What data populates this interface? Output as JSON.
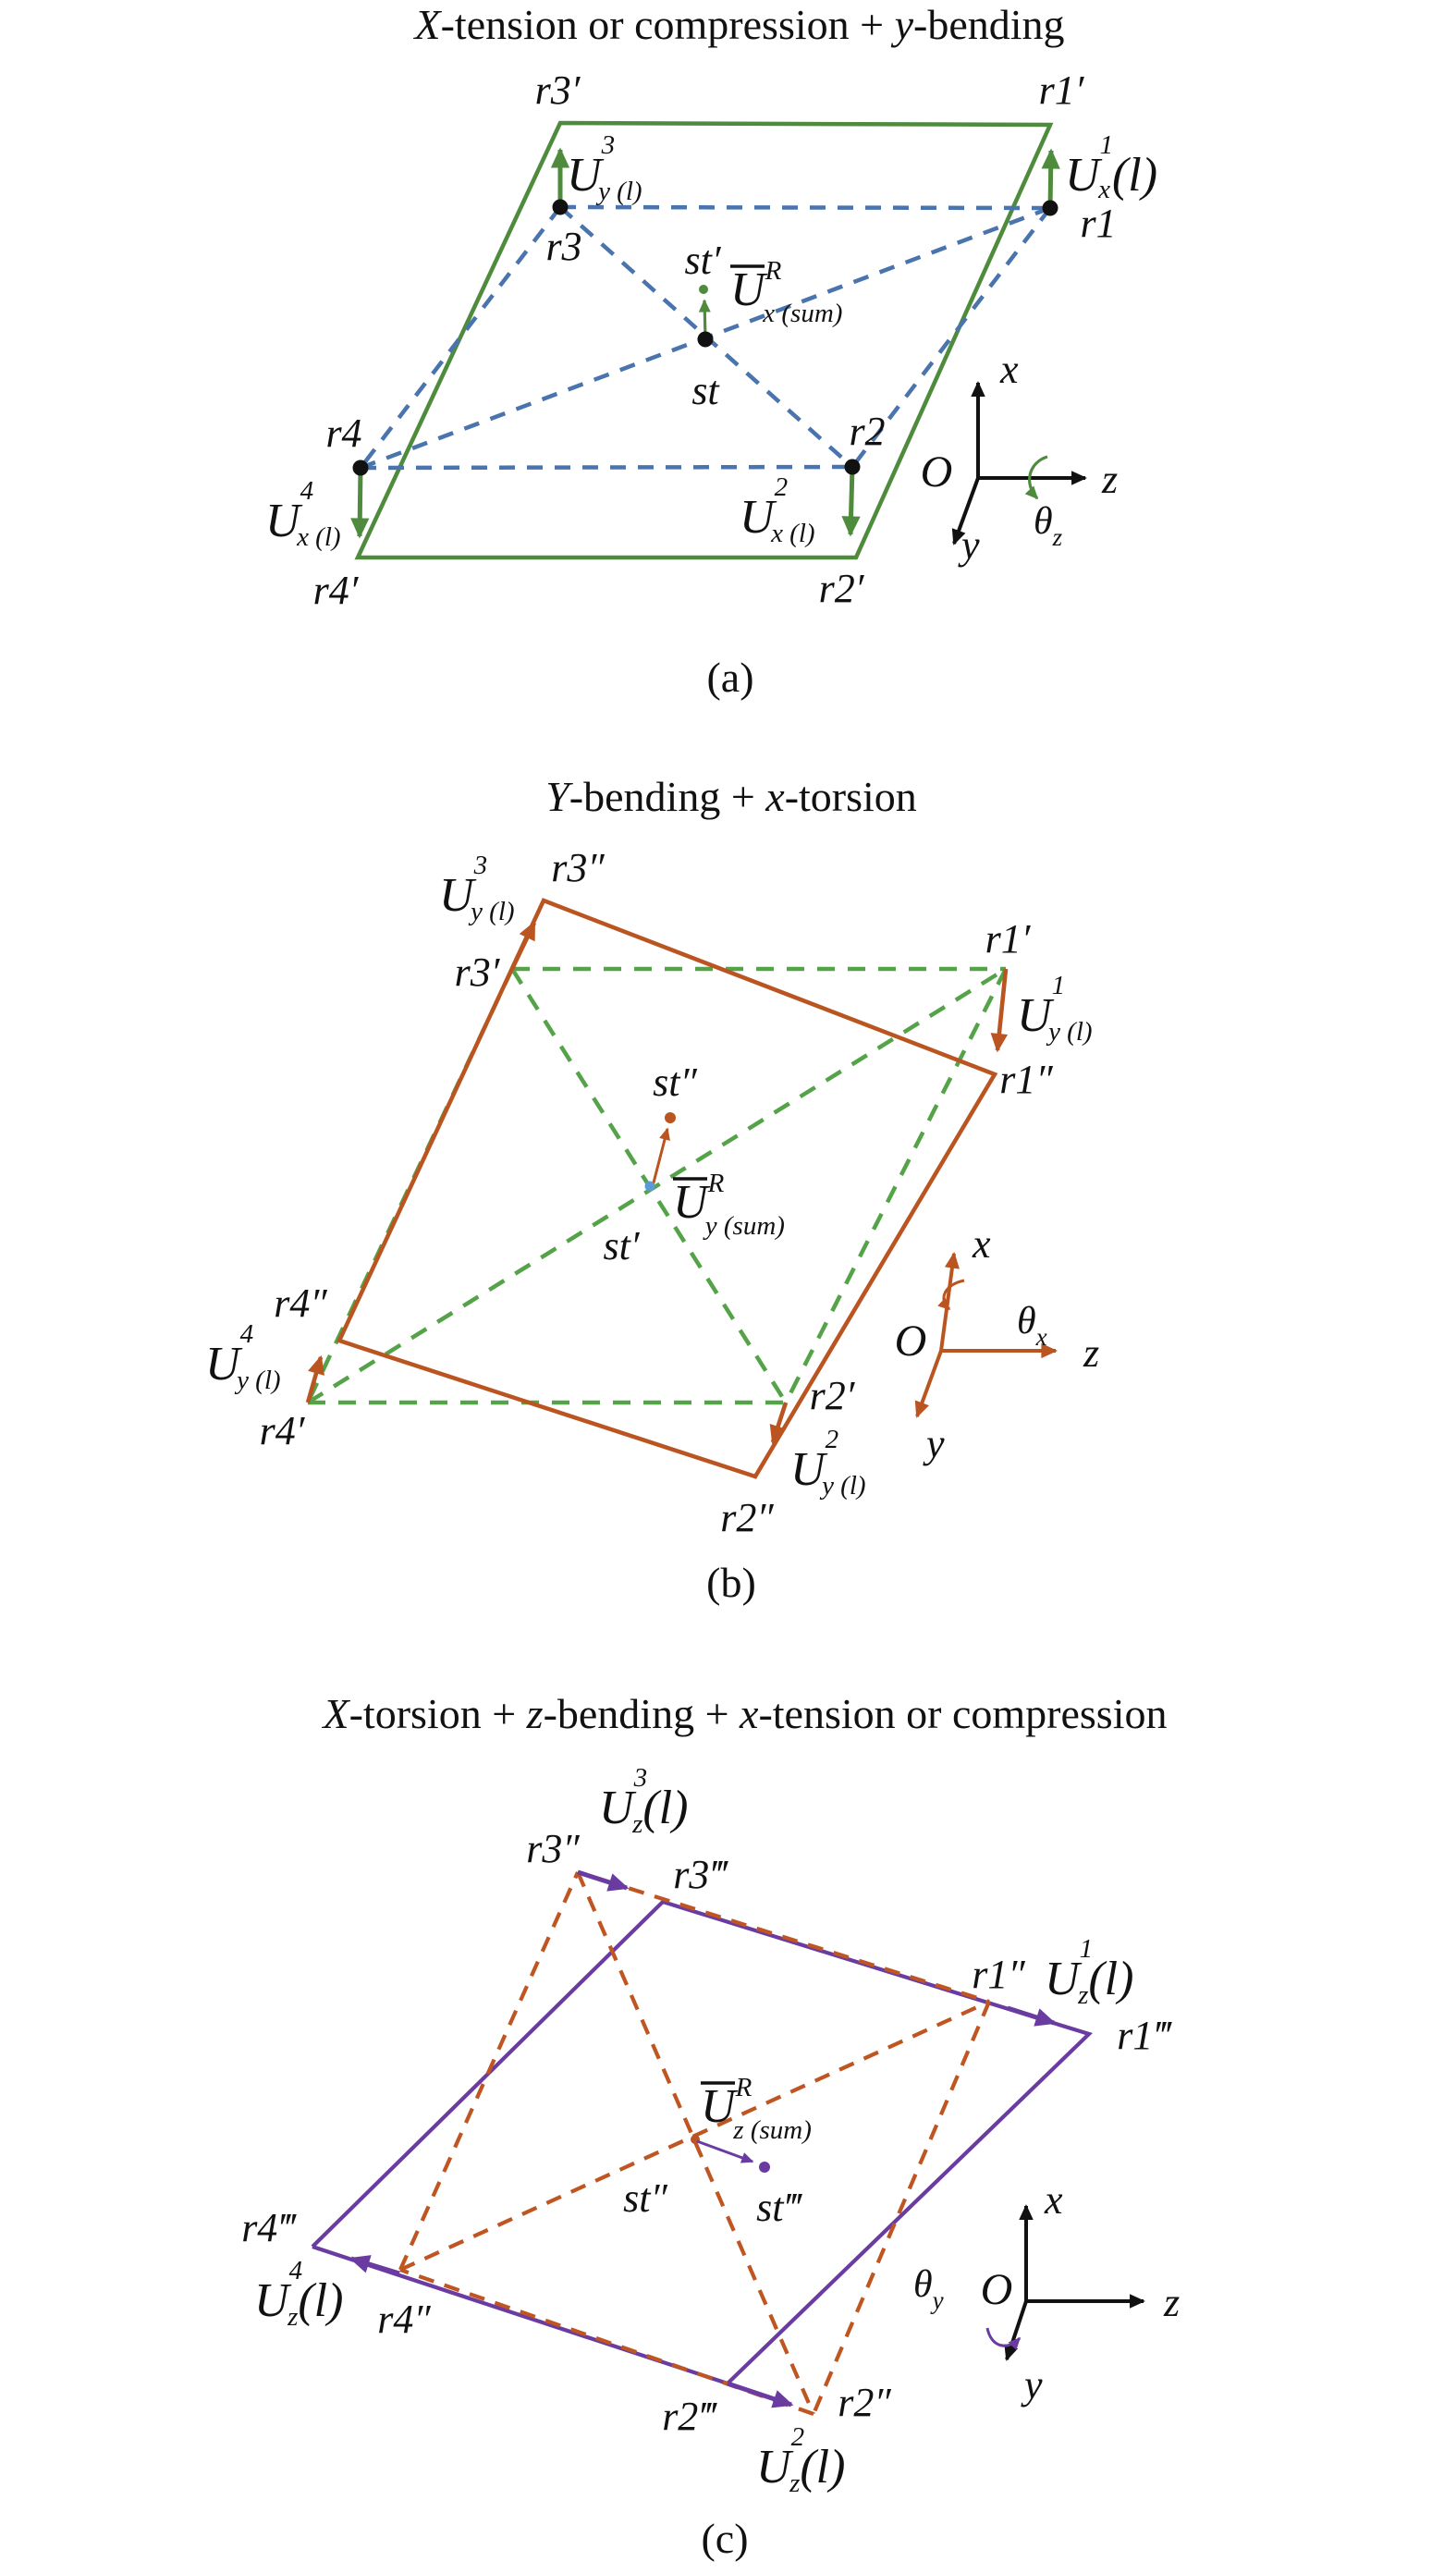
{
  "figure": {
    "type": "scientific-diagram",
    "description_colors": {
      "panel_a_solid_green": "#4e8b3c",
      "panel_a_dashed_blue": "#4a74ae",
      "panel_b_dashed_green": "#55a348",
      "panel_b_solid_orange": "#ba5420",
      "panel_c_dashed_orange": "#bf5622",
      "panel_c_solid_purple": "#6a3ba1",
      "st_blue_dot": "#5b9bd5",
      "text_black": "#111111"
    }
  },
  "panels": {
    "a": {
      "title": {
        "t1": "X",
        "t2": "-tension or compression + ",
        "t3": "y",
        "t4": "-bending"
      },
      "caption": "(a)",
      "labels": {
        "r3p": "r3′",
        "r1p": "r1′",
        "r3": "r3",
        "r1": "r1",
        "r4": "r4",
        "r2": "r2",
        "r4p": "r4′",
        "r2p": "r2′",
        "stp": "st′",
        "st": "st"
      },
      "u3": {
        "base": "U",
        "sup": "3",
        "sub": "y (l)"
      },
      "u1": {
        "base": "U",
        "sup": "1",
        "sub": "x",
        "tail": "(l)"
      },
      "u4": {
        "base": "U",
        "sup": "4",
        "sub": "x (l)"
      },
      "u2": {
        "base": "U",
        "sup": "2",
        "sub": "x (l)"
      },
      "usum": {
        "base": "U",
        "sup": "R",
        "sub": "x (sum)"
      },
      "axes": {
        "o": "O",
        "x": "x",
        "y": "y",
        "z": "z",
        "theta": "θ",
        "theta_sub": "z"
      }
    },
    "b": {
      "title": {
        "t1": "Y",
        "t2": "-bending + ",
        "t3": "x",
        "t4": "-torsion"
      },
      "caption": "(b)",
      "labels": {
        "r3pp": "r3″",
        "r3p": "r3′",
        "r1p": "r1′",
        "r1pp": "r1″",
        "stpp": "st″",
        "stp": "st′",
        "r4pp": "r4″",
        "r4p": "r4′",
        "r2p": "r2′",
        "r2pp": "r2″"
      },
      "u3": {
        "base": "U",
        "sup": "3",
        "sub": "y (l)"
      },
      "u1": {
        "base": "U",
        "sup": "1",
        "sub": "y (l)"
      },
      "u4": {
        "base": "U",
        "sup": "4",
        "sub": "y (l)"
      },
      "u2": {
        "base": "U",
        "sup": "2",
        "sub": "y (l)"
      },
      "usum": {
        "base": "U",
        "sup": "R",
        "sub": "y (sum)"
      },
      "axes": {
        "o": "O",
        "x": "x",
        "y": "y",
        "z": "z",
        "theta": "θ",
        "theta_sub": "x"
      }
    },
    "c": {
      "title": {
        "t1": "X",
        "t2": "-torsion + ",
        "t3": "z",
        "t4": "-bending + ",
        "t5": "x",
        "t6": "-tension or compression"
      },
      "caption": "(c)",
      "labels": {
        "r3pp": "r3″",
        "r3ppp": "r3‴",
        "r1pp": "r1″",
        "r1ppp": "r1‴",
        "stpp": "st″",
        "stppp": "st‴",
        "r4ppp": "r4‴",
        "r4pp": "r4″",
        "r2ppp": "r2‴",
        "r2pp": "r2″"
      },
      "u3": {
        "base": "U",
        "sup": "3",
        "sub": "z",
        "tail": "(l)"
      },
      "u1": {
        "base": "U",
        "sup": "1",
        "sub": "z",
        "tail": "(l)"
      },
      "u4": {
        "base": "U",
        "sup": "4",
        "sub": "z",
        "tail": "(l)"
      },
      "u2": {
        "base": "U",
        "sup": "2",
        "sub": "z",
        "tail": "(l)"
      },
      "usum": {
        "base": "U",
        "sup": "R",
        "sub": "z (sum)"
      },
      "axes": {
        "o": "O",
        "x": "x",
        "y": "y",
        "z": "z",
        "theta": "θ",
        "theta_sub": "y"
      }
    }
  }
}
